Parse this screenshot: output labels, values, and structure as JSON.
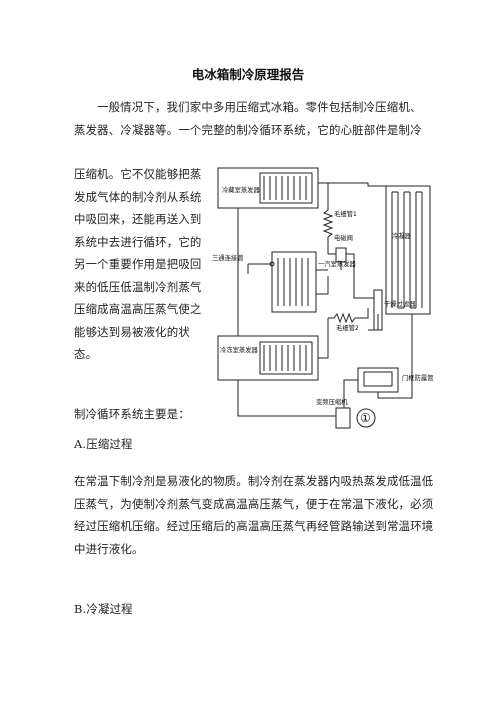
{
  "title": "电冰箱制冷原理报告",
  "intro": "一般情况下，我们家中多用压缩式冰箱。零件包括制冷压缩机、蒸发器、冷凝器等。一个完整的制冷循环系统，它的心脏部件是制冷",
  "intro_cont": "压缩机。它不仅能够把蒸发成气体的制冷剂从系统中吸回来，还能再送入到系统中去进行循环，它的另一个重要作用是把吸回来的低压低温制冷剂蒸气压缩成高温高压蒸气使之能够达到易被液化的状态。",
  "diagram": {
    "freezer_evaporator": "冷藏室蒸发器",
    "capillary1": "毛细管1",
    "solenoid_valve": "电磁阀",
    "three_way_pipe": "三通连接管",
    "zone_evaporator": "一汽室蒸发器",
    "capillary2": "毛细管2",
    "dryer_filter": "干燥过滤器",
    "condenser": "冷凝器",
    "freezing_evaporator": "冷冻室蒸发器",
    "anti_dew_pipe": "门框防露管",
    "inverter_compressor": "变频压缩机",
    "marker": "①"
  },
  "list_intro": "制冷循环系统主要是：",
  "section_a_heading": "A.压缩过程",
  "section_a_text": "在常温下制冷剂是易液化的物质。制冷剂在蒸发器内吸热蒸发成低温低压蒸气，为使制冷剂蒸气变成高温高压蒸气，便于在常温下液化，必须经过压缩机压缩。经过压缩后的高温高压蒸气再经管路输送到常温环境中进行液化。",
  "section_b_heading": "B.冷凝过程"
}
